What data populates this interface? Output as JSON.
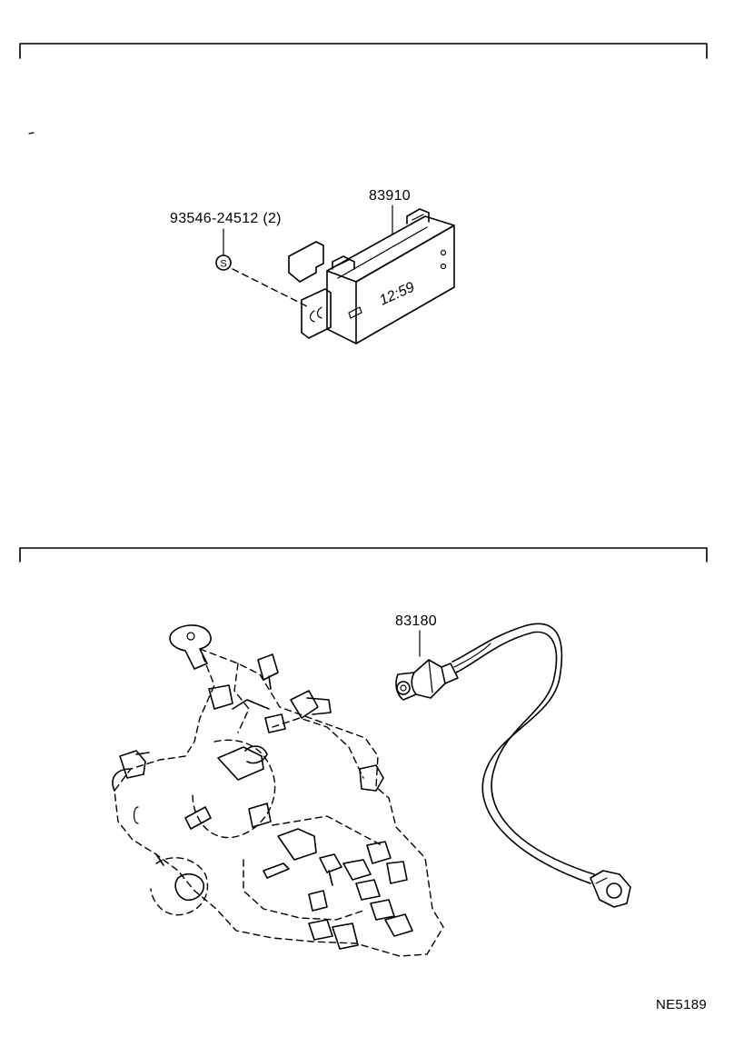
{
  "section_top": {
    "clock_part_label": "83910",
    "screw_part_label": "93546-24512 (2)",
    "screw_marker": "S",
    "clock_display": "12:59"
  },
  "section_bottom": {
    "sender_part_label": "83180"
  },
  "figure_id": "NE5189"
}
